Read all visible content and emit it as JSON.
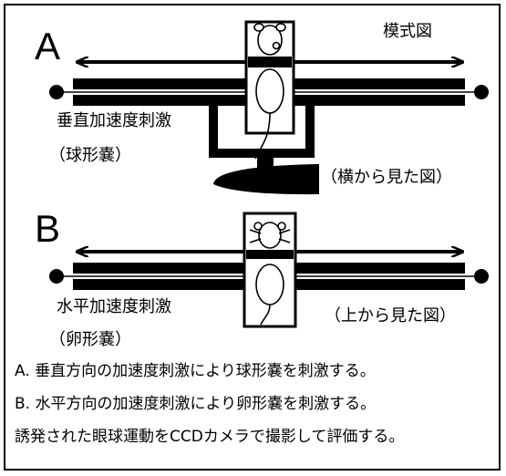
{
  "title": "模式図",
  "panel_a": {
    "letter": "A",
    "label": "垂直加速度刺激",
    "organ": "（球形嚢）",
    "view": "（横から見た図）"
  },
  "panel_b": {
    "letter": "B",
    "label": "水平加速度刺激",
    "organ": "（卵形嚢）",
    "view": "（上から見た図）"
  },
  "notes": [
    "A.  垂直方向の加速度刺激により球形嚢を刺激する。",
    "B.  水平方向の加速度刺激により卵形嚢を刺激する。",
    "誘発された眼球運動をCCDカメラで撮影して評価する。"
  ]
}
